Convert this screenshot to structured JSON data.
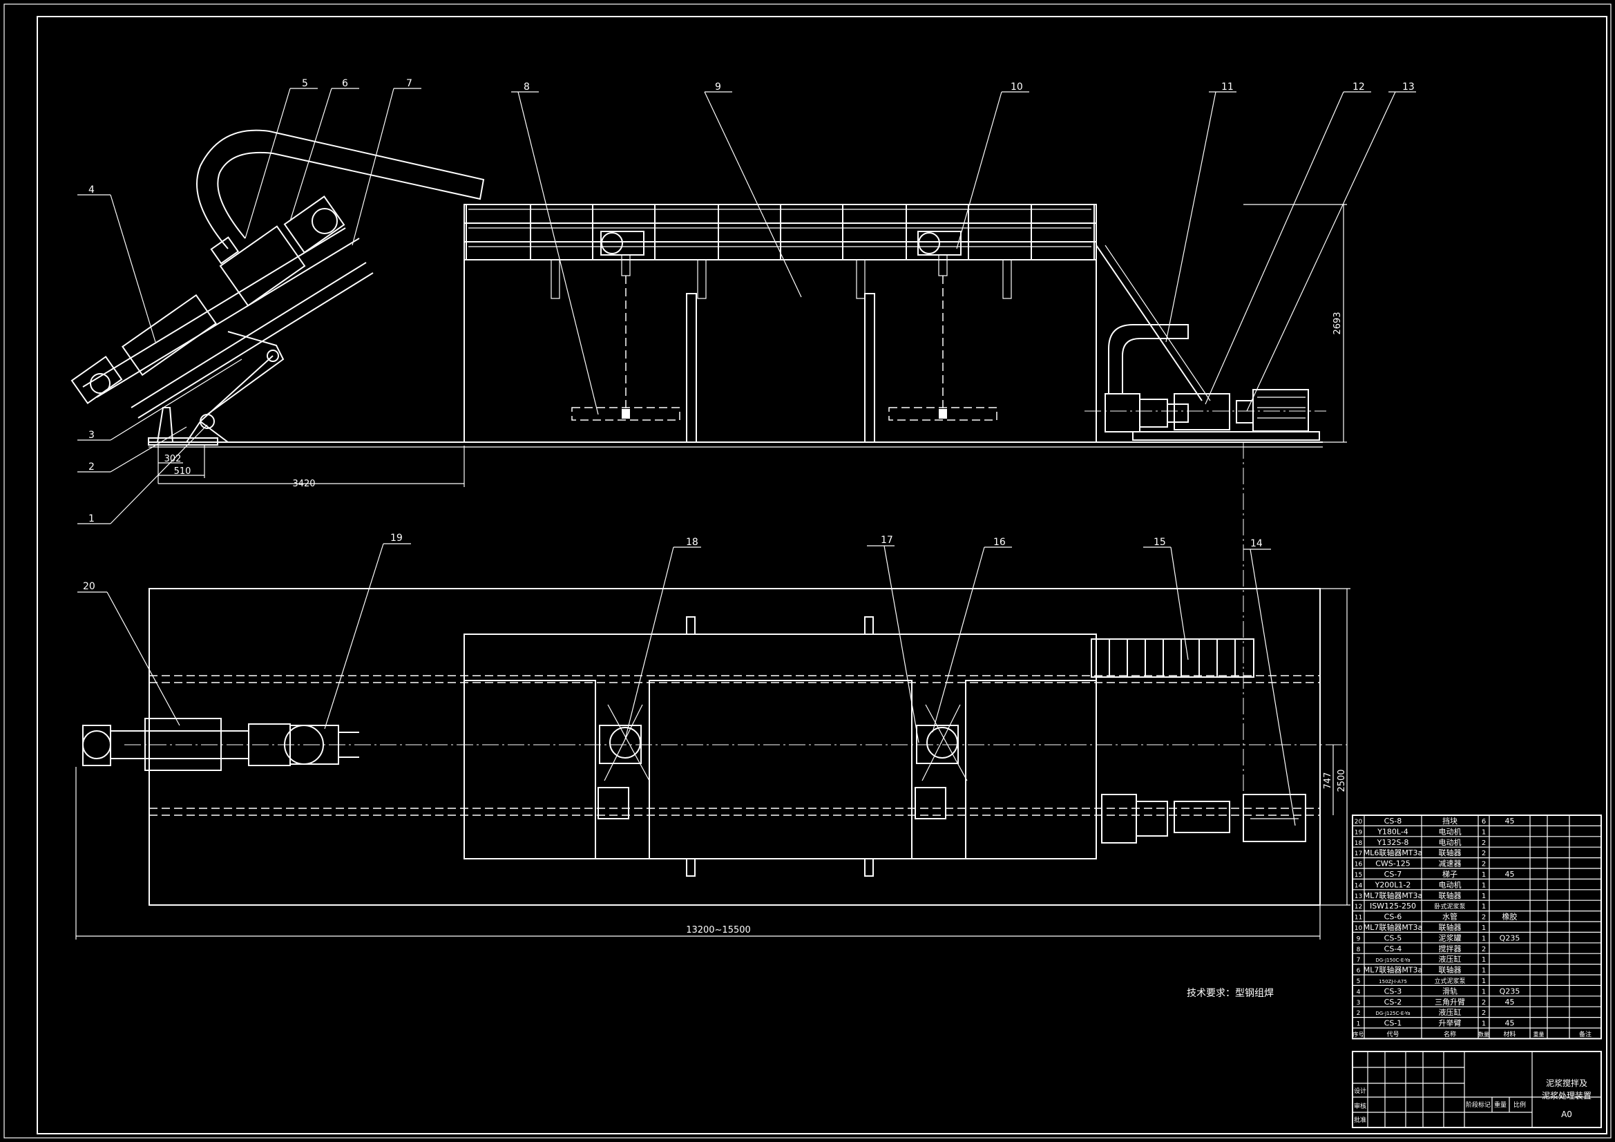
{
  "drawing": {
    "callouts": [
      "1",
      "2",
      "3",
      "4",
      "5",
      "6",
      "7",
      "8",
      "9",
      "10",
      "11",
      "12",
      "13",
      "14",
      "15",
      "16",
      "17",
      "18",
      "19",
      "20"
    ],
    "dimensions": {
      "d302": "302",
      "d510": "510",
      "d3420": "3420",
      "d2693": "2693",
      "d747": "747",
      "d2500": "2500",
      "overall": "13200~15500"
    },
    "tech_requirement": "技术要求：型钢组焊"
  },
  "bom": {
    "rows": [
      {
        "no": "20",
        "code": "CS-8",
        "name": "挡块",
        "qty": "6",
        "mat": "45"
      },
      {
        "no": "19",
        "code": "Y180L-4",
        "name": "电动机",
        "qty": "1",
        "mat": ""
      },
      {
        "no": "18",
        "code": "Y132S-8",
        "name": "电动机",
        "qty": "2",
        "mat": ""
      },
      {
        "no": "17",
        "code": "ML6联轴器MT3a",
        "name": "联轴器",
        "qty": "2",
        "mat": ""
      },
      {
        "no": "16",
        "code": "CWS-125",
        "name": "减速器",
        "qty": "2",
        "mat": ""
      },
      {
        "no": "15",
        "code": "CS-7",
        "name": "梯子",
        "qty": "1",
        "mat": "45"
      },
      {
        "no": "14",
        "code": "Y200L1-2",
        "name": "电动机",
        "qty": "1",
        "mat": ""
      },
      {
        "no": "13",
        "code": "ML7联轴器MT3a",
        "name": "联轴器",
        "qty": "1",
        "mat": ""
      },
      {
        "no": "12",
        "code": "ISW125-250",
        "name": "卧式泥浆泵",
        "qty": "1",
        "mat": ""
      },
      {
        "no": "11",
        "code": "CS-6",
        "name": "水管",
        "qty": "2",
        "mat": "橡胶"
      },
      {
        "no": "10",
        "code": "ML7联轴器MT3a",
        "name": "联轴器",
        "qty": "1",
        "mat": ""
      },
      {
        "no": "9",
        "code": "CS-5",
        "name": "泥浆罐",
        "qty": "1",
        "mat": "Q235"
      },
      {
        "no": "8",
        "code": "CS-4",
        "name": "搅拌器",
        "qty": "2",
        "mat": ""
      },
      {
        "no": "7",
        "code": "DG-J150C-E-Ya",
        "name": "液压缸",
        "qty": "1",
        "mat": ""
      },
      {
        "no": "6",
        "code": "ML7联轴器MT3a",
        "name": "联轴器",
        "qty": "1",
        "mat": ""
      },
      {
        "no": "5",
        "code": "150ZJ-I-A75",
        "name": "立式泥浆泵",
        "qty": "1",
        "mat": ""
      },
      {
        "no": "4",
        "code": "CS-3",
        "name": "滑轨",
        "qty": "1",
        "mat": "Q235"
      },
      {
        "no": "3",
        "code": "CS-2",
        "name": "三角升臂",
        "qty": "2",
        "mat": "45"
      },
      {
        "no": "2",
        "code": "DG-J125C-E-Ya",
        "name": "液压缸",
        "qty": "2",
        "mat": ""
      },
      {
        "no": "1",
        "code": "CS-1",
        "name": "升举臂",
        "qty": "1",
        "mat": "45"
      }
    ],
    "header": {
      "no": "序号",
      "code": "代号",
      "name": "名称",
      "qty": "数量",
      "mat": "材料",
      "weight": "重量",
      "note": "备注"
    }
  },
  "titleblock": {
    "title_line1": "泥浆搅拌及",
    "title_line2": "泥浆处理装置",
    "sheet": "A0",
    "scale_label": "比例",
    "design_label": "设计",
    "check_label": "审核",
    "approve_label": "批准",
    "stage_label": "阶段标记",
    "weight_label": "重量",
    "ratio_label": "比例"
  }
}
